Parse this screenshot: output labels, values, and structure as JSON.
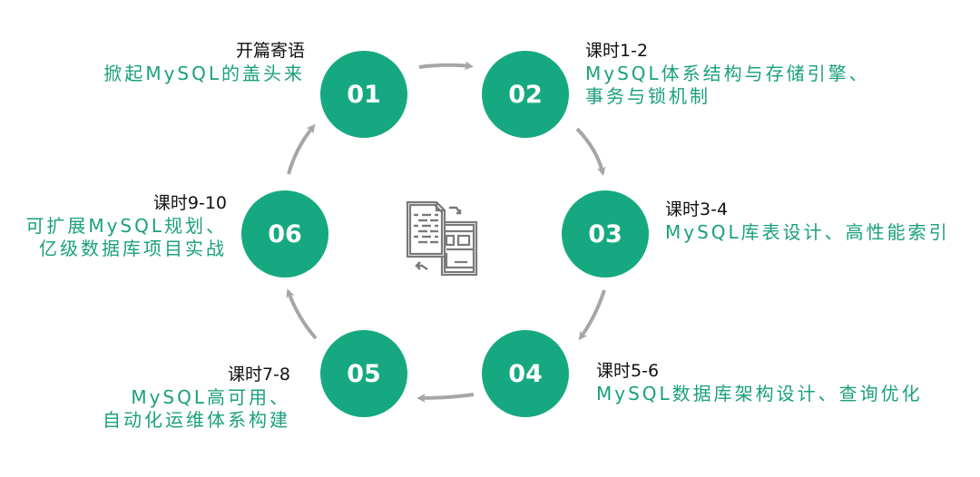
{
  "colors": {
    "node": "#16a981",
    "desc_text": "#1aa07c",
    "title_text": "#111111",
    "arrow": "#a6a6a6",
    "icon": "#7a7a7a"
  },
  "center_icon": "document-convert-icon",
  "steps": [
    {
      "number": "01",
      "title": "开篇寄语",
      "desc_lines": [
        "掀起MySQL的盖头来"
      ]
    },
    {
      "number": "02",
      "title": "课时1-2",
      "desc_lines": [
        "MySQL体系结构与存储引擎、",
        "事务与锁机制"
      ]
    },
    {
      "number": "03",
      "title": "课时3-4",
      "desc_lines": [
        "MySQL库表设计、高性能索引"
      ]
    },
    {
      "number": "04",
      "title": "课时5-6",
      "desc_lines": [
        "MySQL数据库架构设计、查询优化"
      ]
    },
    {
      "number": "05",
      "title": "课时7-8",
      "desc_lines": [
        "MySQL高可用、",
        "自动化运维体系构建"
      ]
    },
    {
      "number": "06",
      "title": "课时9-10",
      "desc_lines": [
        "可扩展MySQL规划、",
        "亿级数据库项目实战"
      ]
    }
  ],
  "flow": [
    "01→02",
    "02→03",
    "03→04",
    "04→05",
    "05→06",
    "06→01"
  ]
}
